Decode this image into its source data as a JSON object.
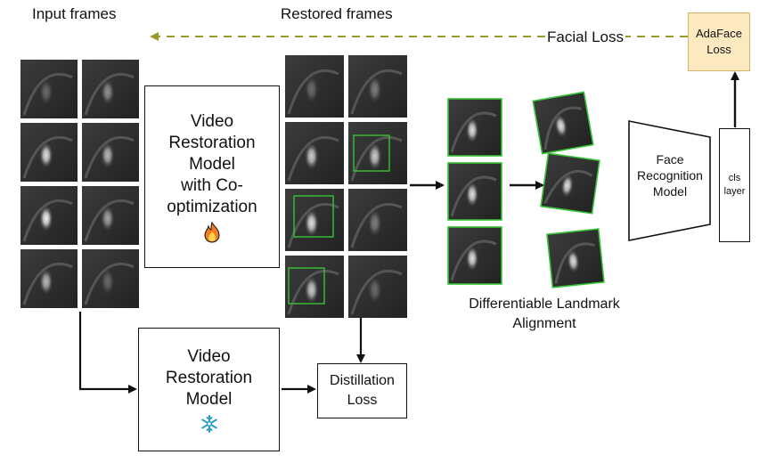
{
  "labels": {
    "input_frames": "Input frames",
    "restored_frames": "Restored frames",
    "facial_loss": "Facial Loss",
    "dla": "Differentiable Landmark\nAlignment"
  },
  "boxes": {
    "co_opt": "Video\nRestoration\nModel\nwith Co-\noptimization",
    "frozen": "Video\nRestoration\nModel",
    "distill": "Distillation\nLoss",
    "face_rec": "Face\nRecognition\nModel",
    "cls": "cls\nlayer",
    "adaface": "AdaFace\nLoss"
  },
  "icons": {
    "trainable": "fire-icon",
    "frozen": "snowflake-icon"
  },
  "colors": {
    "facial_loss_arrow": "#9a9a2a",
    "adaface_fill": "#fde9c0",
    "adaface_border": "#d9b36a",
    "landmark_box": "#36c236",
    "fire": "#f37c22",
    "snowflake": "#2e9cc2"
  }
}
